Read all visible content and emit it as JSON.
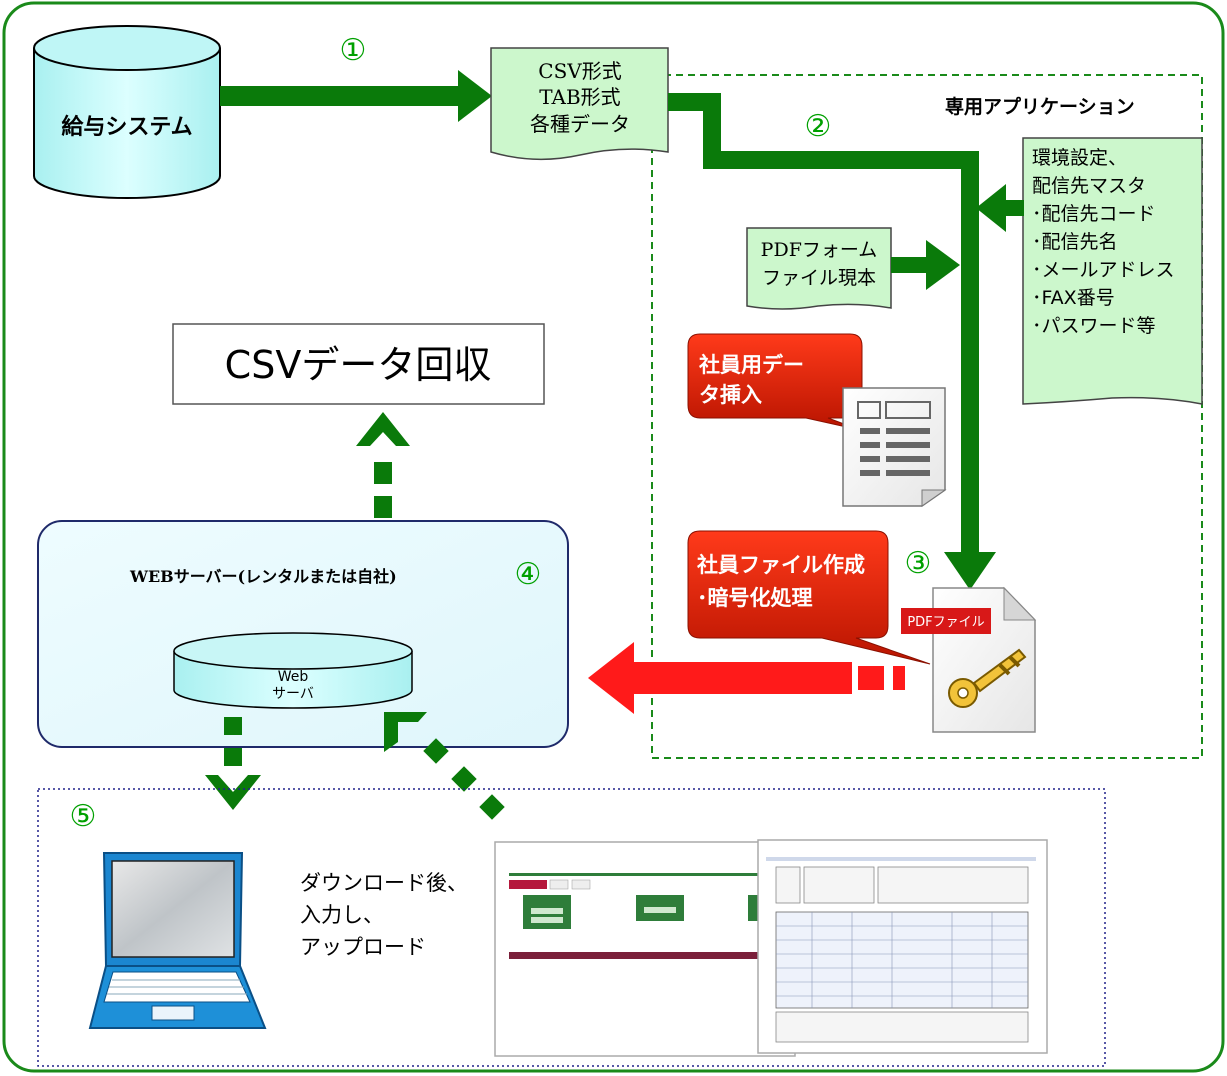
{
  "payroll": {
    "label": "給与システム"
  },
  "step1": "①",
  "step2": "②",
  "step3": "③",
  "step4": "④",
  "step5": "⑤",
  "csv_doc": {
    "lines": [
      "CSV形式",
      "TAB形式",
      "各種データ"
    ]
  },
  "app_area": {
    "title": "専用アプリケーション"
  },
  "settings_doc": {
    "lines": [
      "環境設定、",
      "配信先マスタ",
      "･配信先コード",
      "･配信先名",
      "･メールアドレス",
      "･FAX番号",
      "･パスワード等"
    ]
  },
  "pdf_form_doc": {
    "lines": [
      "PDFフォーム",
      "ファイル現本"
    ]
  },
  "csv_collect": {
    "label": "CSVデータ回収"
  },
  "callout1": {
    "lines": [
      "社員用デー",
      "タ挿入"
    ]
  },
  "callout2": {
    "lines": [
      "社員ファイル作成",
      "･暗号化処理"
    ]
  },
  "pdf_file": {
    "tag": "PDFファイル"
  },
  "web_server": {
    "title": "WEBサーバー(レンタルまたは自社)",
    "db_line1": "Web",
    "db_line2": "サーバ"
  },
  "client": {
    "lines": [
      "ダウンロード後、",
      "入力し、",
      "アップロード"
    ]
  },
  "colors": {
    "green_arrow": "#0a7a0a",
    "red_arrow": "#ff1a1a",
    "doc_fill": "#ccf7cc",
    "callout_red": "#d8200a",
    "frame_green": "#1a8a1a",
    "dotted_blue": "#20208a"
  }
}
